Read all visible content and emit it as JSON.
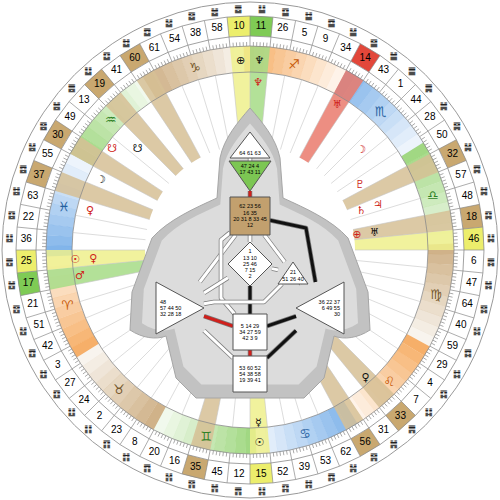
{
  "diagram": {
    "nodes": [
      {
        "text": [
          "64 61 63"
        ]
      },
      {
        "text": [
          "47 24 4",
          "17 43 11"
        ]
      },
      {
        "text": [
          "62 23 56",
          "16 35",
          "20 31 8 33 45",
          "12"
        ]
      },
      {
        "text": [
          "1",
          "13 10",
          "25 46",
          "7 15",
          "2"
        ]
      },
      {
        "text": [
          "21",
          "51 26 40"
        ]
      },
      {
        "text": [
          "48",
          "57 44 50",
          "32 28 18"
        ]
      },
      {
        "text": [
          "5 14 29",
          "34 27 59",
          "42 3 9"
        ]
      },
      {
        "text": [
          "36 22 37",
          "6 49 55",
          "30"
        ]
      },
      {
        "text": [
          "53 60 52",
          "54 38 58",
          "19 39 41"
        ]
      }
    ],
    "edges": [
      {
        "from": 0,
        "to": 1,
        "arrow": "none"
      },
      {
        "from": 1,
        "to": 2,
        "arrow": "none"
      },
      {
        "from": 2,
        "to": 3,
        "arrow": "none"
      },
      {
        "from": 2,
        "to": 4,
        "arrow": "none"
      },
      {
        "from": 2,
        "to": 5,
        "arrow": "none"
      },
      {
        "from": 2,
        "to": 6,
        "arrow": "none"
      },
      {
        "from": 2,
        "to": 7,
        "arrow": "none"
      },
      {
        "from": 3,
        "to": 4,
        "arrow": "none"
      },
      {
        "from": 3,
        "to": 5,
        "arrow": "none"
      },
      {
        "from": 3,
        "to": 6,
        "arrow": "none"
      },
      {
        "from": 4,
        "to": 5,
        "arrow": "none"
      },
      {
        "from": 4,
        "to": 7,
        "arrow": "none"
      },
      {
        "from": 5,
        "to": 6,
        "arrow": "none"
      },
      {
        "from": 6,
        "to": 7,
        "arrow": "none"
      },
      {
        "from": 6,
        "to": 8,
        "arrow": "none"
      },
      {
        "from": 5,
        "to": 8,
        "arrow": "none"
      },
      {
        "from": 7,
        "to": 8,
        "arrow": "none"
      }
    ],
    "labels": [
      "䷨",
      "䷒",
      "䷌",
      "䷰",
      "䷝",
      "䷶",
      "䷤",
      "䷾",
      "䷕",
      "䷣",
      "䷘",
      "䷐",
      "䷔",
      "䷲",
      "䷩",
      "䷂",
      "䷚",
      "䷗",
      "䷁",
      "䷖",
      "䷇",
      "䷓",
      "䷏",
      "䷢",
      "䷬",
      "䷋",
      "䷎",
      "䷳",
      "䷦",
      "䷴",
      "䷽",
      "䷷",
      "䷞",
      "䷠",
      "䷆",
      "䷃",
      "䷜",
      "䷺",
      "䷧",
      "䷿",
      "䷮",
      "䷅",
      "䷭",
      "䷑",
      "䷯",
      "䷸",
      "䷟",
      "䷱",
      "䷛",
      "䷫",
      "䷀",
      "䷪",
      "䷍",
      "䷡",
      "䷈",
      "䷄",
      "䷙",
      "䷊",
      "䷉",
      "䷹",
      "䷥",
      "䷵",
      "䷼",
      "䷻",
      "41",
      "19",
      "13",
      "49",
      "30",
      "55",
      "37",
      "63",
      "22",
      "36",
      "25",
      "17",
      "21",
      "51",
      "42",
      "3",
      "27",
      "24",
      "2",
      "23",
      "8",
      "20",
      "16",
      "35",
      "45",
      "12",
      "15",
      "52",
      "39",
      "53",
      "62",
      "56",
      "31",
      "33",
      "7",
      "4",
      "29",
      "59",
      "40",
      "64",
      "47",
      "6",
      "46",
      "18",
      "48",
      "57",
      "32",
      "50",
      "28",
      "44",
      "1",
      "43",
      "14",
      "34",
      "9",
      "5",
      "26",
      "11",
      "10",
      "58",
      "38",
      "54",
      "61",
      "60",
      "♈︎",
      "♉︎",
      "♊︎",
      "♋︎",
      "♌︎",
      "♍︎",
      "♎︎",
      "♏︎",
      "♐︎",
      "♑︎",
      "♒︎",
      "♓︎",
      "⊕",
      "♆",
      "♆",
      "♅",
      "☽",
      "♇",
      "♄",
      "♃",
      "⊕",
      "♅",
      "☋",
      "☋",
      "☽",
      "♀",
      "☉",
      "♀",
      "♂",
      "☿",
      "☉",
      "♀"
    ]
  }
}
